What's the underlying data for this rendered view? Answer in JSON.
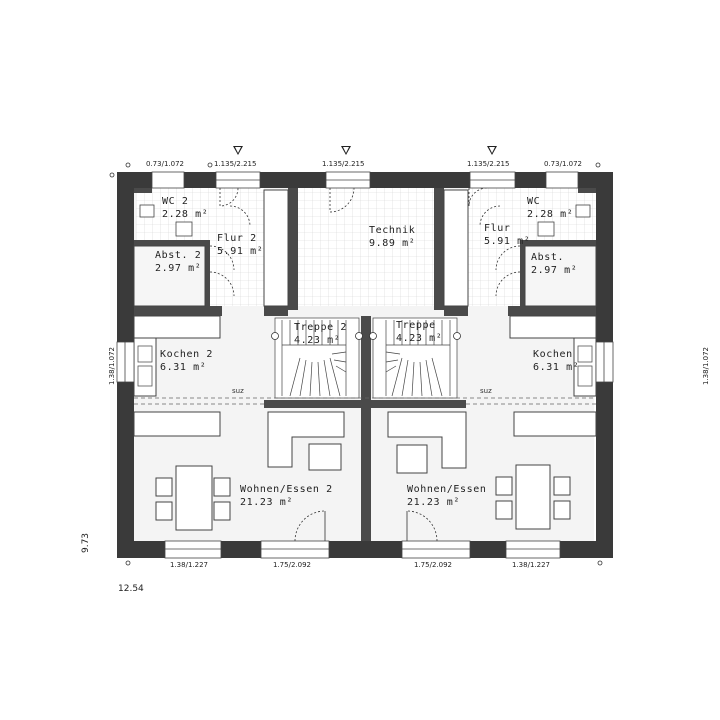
{
  "rooms": {
    "wc2": {
      "name": "WC 2",
      "area": "2.28 m²"
    },
    "flur2": {
      "name": "Flur 2",
      "area": "5.91 m²"
    },
    "technik": {
      "name": "Technik",
      "area": "9.89 m²"
    },
    "flur": {
      "name": "Flur",
      "area": "5.91 m²"
    },
    "wc": {
      "name": "WC",
      "area": "2.28 m²"
    },
    "abst2_left": {
      "name": "Abst. 2",
      "area": "2.97 m²"
    },
    "abst_right": {
      "name": "Abst.",
      "area": "2.97 m²"
    },
    "treppe2": {
      "name": "Treppe 2",
      "area": "4.23 m²"
    },
    "treppe": {
      "name": "Treppe",
      "area": "4.23 m²"
    },
    "kochen2": {
      "name": "Kochen 2",
      "area": "6.31 m²"
    },
    "kochen": {
      "name": "Kochen",
      "area": "6.31 m²"
    },
    "wohnen2": {
      "name": "Wohnen/Essen 2",
      "area": "21.23 m²"
    },
    "wohnen": {
      "name": "Wohnen/Essen",
      "area": "21.23 m²"
    }
  },
  "dimensions": {
    "top": [
      "0.73/1.072",
      "1.135/2.215",
      "1.135/2.215",
      "1.135/2.215",
      "0.73/1.072"
    ],
    "bottom": [
      "1.38/1.227",
      "1.75/2.092",
      "1.75/2.092",
      "1.38/1.227"
    ],
    "left": "1.38/1.072",
    "right": "1.38/1.072",
    "overall_height": "9.73",
    "overall_width": "12.54"
  },
  "annotations": {
    "suz_left": "suz",
    "suz_right": "suz"
  }
}
